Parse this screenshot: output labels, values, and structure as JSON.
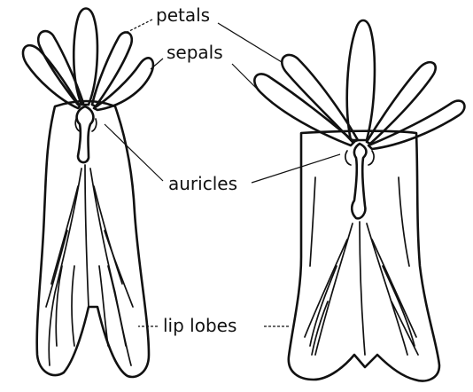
{
  "labels": {
    "petals": "petals",
    "sepals": "sepals",
    "auricles": "auricles",
    "lip_lobes": "lip lobes"
  }
}
